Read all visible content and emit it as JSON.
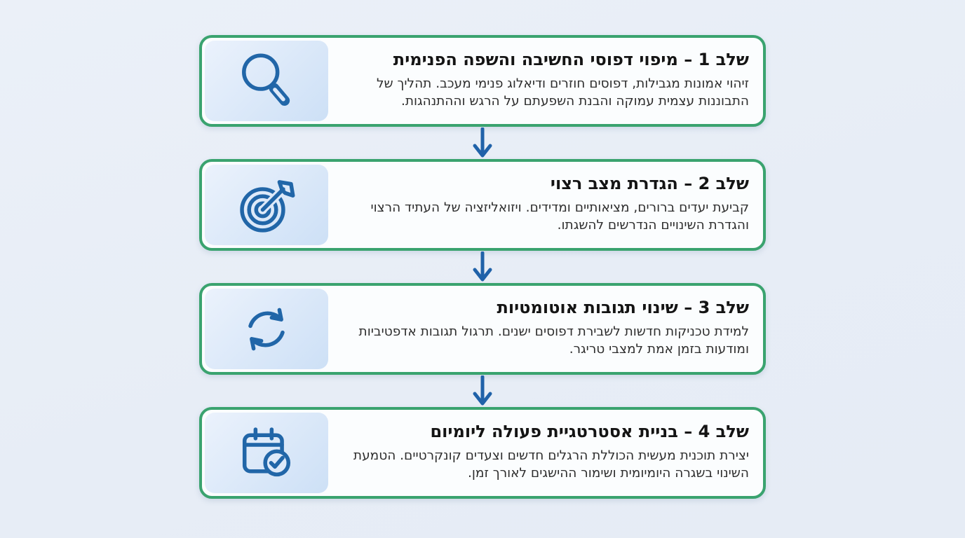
{
  "colors": {
    "background": "#e9eef6",
    "card_background": "#fbfdfe",
    "card_border": "#3aa36f",
    "icon_stroke": "#2166a8",
    "arrow": "#2062a9",
    "title_text": "#141414",
    "body_text": "#2e2e2e",
    "icon_panel_gradient_from": "#ebf2fc",
    "icon_panel_gradient_to": "#cde0f6"
  },
  "steps": [
    {
      "icon": "magnifier-icon",
      "title": "שלב 1 – מיפוי דפוסי החשיבה והשפה הפנימית",
      "body": "זיהוי אמונות מגבילות, דפוסים חוזרים ודיאלוג פנימי מעכב. תהליך של התבוננות עצמית עמוקה והבנת השפעתם על הרגש וההתנהגות."
    },
    {
      "icon": "target-icon",
      "title": "שלב 2 – הגדרת מצב רצוי",
      "body": "קביעת יעדים ברורים, מציאותיים ומדידים. ויזואליזציה של העתיד הרצוי והגדרת השינויים הנדרשים להשגתו."
    },
    {
      "icon": "refresh-icon",
      "title": "שלב 3 – שינוי תגובות אוטומטיות",
      "body": "למידת טכניקות חדשות לשבירת דפוסים ישנים. תרגול תגובות אדפטיביות ומודעות בזמן אמת למצבי טריגר."
    },
    {
      "icon": "calendar-check-icon",
      "title": "שלב 4 – בניית אסטרטגיית פעולה ליומיום",
      "body": "יצירת תוכנית מעשית הכוללת הרגלים חדשים וצעדים קונקרטיים. הטמעת השינוי בשגרה היומיומית ושימור ההישגים לאורך זמן."
    }
  ]
}
